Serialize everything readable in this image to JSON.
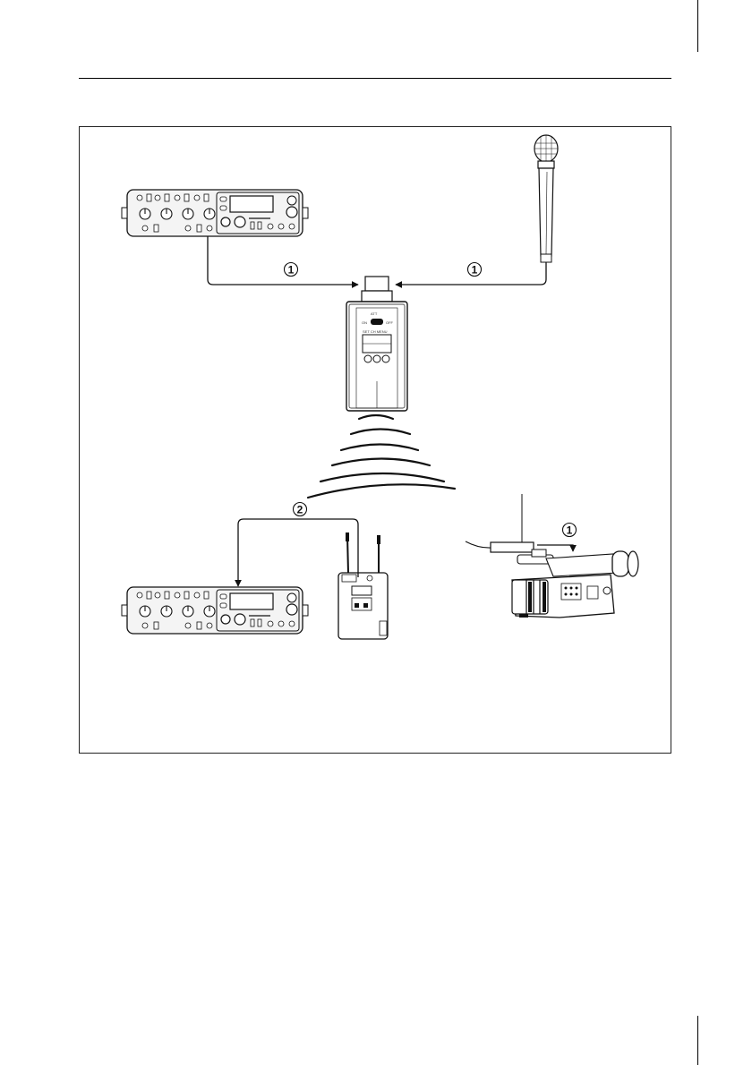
{
  "page": {
    "header_rule": true
  },
  "diagram": {
    "devices": {
      "mixer_top": "audio-mixer",
      "mixer_bottom": "audio-mixer",
      "handheld_mic": "handheld-microphone",
      "plug_on_transmitter": "plug-on-transmitter",
      "bodypack_receiver": "portable-receiver",
      "camcorder": "camcorder-with-slot-receiver"
    },
    "callouts": {
      "mixer_to_transmitter": "1",
      "mic_to_transmitter": "1",
      "receiver_to_mixer": "2",
      "receiver_to_camcorder": "1"
    },
    "transmitter_labels": {
      "top": "ATT",
      "left": "ON",
      "right": "OFF",
      "row1": "SET  CH  MENU"
    }
  }
}
